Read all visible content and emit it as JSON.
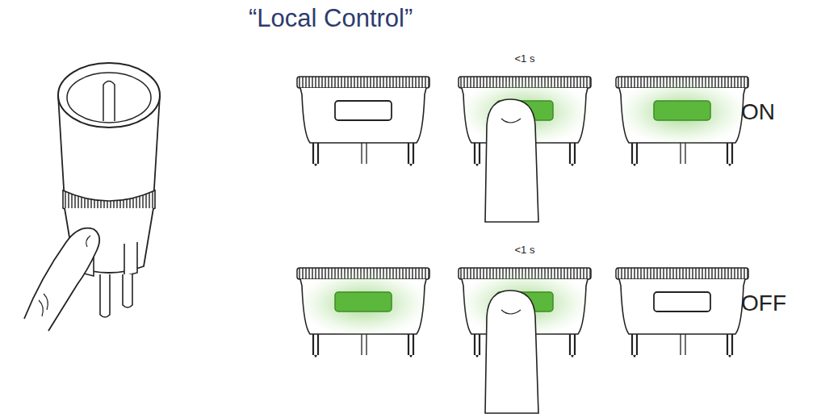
{
  "diagram": {
    "title": "“Local Control”",
    "labels": [
      "<1 s",
      "ON",
      "<1 s",
      "OFF"
    ]
  }
}
